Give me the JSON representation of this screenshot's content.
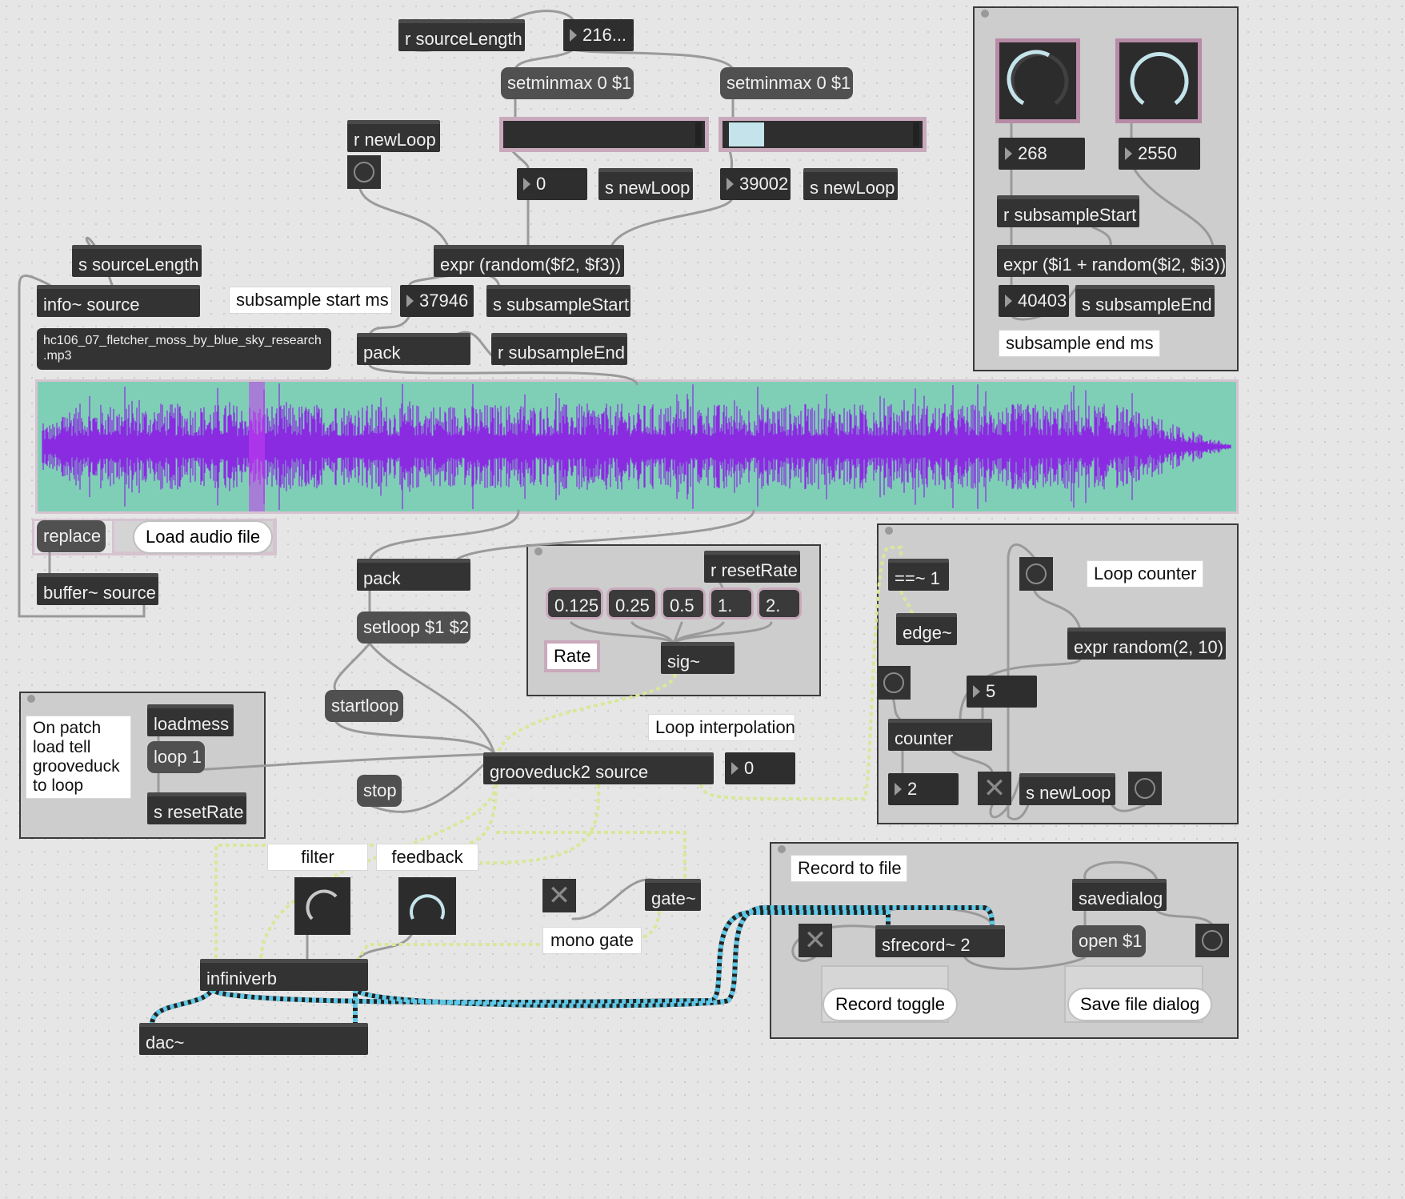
{
  "objects": {
    "r_sourceLength": "r sourceLength",
    "num_216": "216...",
    "setminmax1": "setminmax 0 $1",
    "setminmax2": "setminmax 0 $1",
    "r_newLoop": "r newLoop",
    "num_0": "0",
    "s_newLoop1": "s newLoop",
    "num_39002": "39002",
    "s_newLoop2": "s newLoop",
    "s_sourceLength": "s sourceLength",
    "expr_random": "expr (random($f2, $f3))",
    "info_source": "info~ source",
    "comment_subsample_start": "subsample start ms",
    "num_37946": "37946",
    "s_subsampleStart": "s subsampleStart",
    "filename": "hc106_07_fletcher_moss_by_blue_sky_research\n.mp3",
    "pack1": "pack",
    "r_subsampleEnd": "r subsampleEnd",
    "replace": "replace",
    "load_audio": "Load audio file",
    "buffer_source": "buffer~ source",
    "pack2": "pack",
    "setloop": "setloop $1 $2",
    "startloop": "startloop",
    "stop": "stop",
    "loadmess": "loadmess",
    "loop1": "loop 1",
    "s_resetRate": "s resetRate",
    "comment_onpatch": "On patch load tell grooveduck to loop",
    "grooveduck": "grooveduck2 source",
    "comment_loop_interp": "Loop interpolation",
    "num_interp": "0",
    "filter": "filter",
    "feedback": "feedback",
    "gate": "gate~",
    "mono_gate": "mono gate",
    "infiniverb": "infiniverb",
    "dac": "dac~"
  },
  "rate_panel": {
    "r_resetRate": "r resetRate",
    "buttons": [
      "0.125",
      "0.25",
      "0.5",
      "1.",
      "2."
    ],
    "rate_label": "Rate",
    "sig": "sig~"
  },
  "subsample_end_panel": {
    "num_268": "268",
    "num_2550": "2550",
    "r_subsampleStart": "r subsampleStart",
    "expr": "expr ($i1 + random($i2, $i3))",
    "num_40403": "40403",
    "s_subsampleEnd": "s subsampleEnd",
    "comment": "subsample end ms"
  },
  "loop_counter_panel": {
    "eq": "==~ 1",
    "edge": "edge~",
    "comment": "Loop counter",
    "expr_random": "expr random(2, 10)",
    "num_5": "5",
    "counter": "counter",
    "num_2": "2",
    "s_newLoop": "s newLoop"
  },
  "record_panel": {
    "comment": "Record to file",
    "savedialog": "savedialog",
    "sfrecord": "sfrecord~ 2",
    "open": "open $1",
    "record_toggle": "Record toggle",
    "save_file_dialog": "Save file dialog"
  },
  "colors": {
    "waveform_bg": "#7fcfb6",
    "waveform_fg": "#8a2be2",
    "signal_cord": "#d7e89a",
    "stereo_cord": "#5ec8e6",
    "object_bg": "#333333"
  }
}
